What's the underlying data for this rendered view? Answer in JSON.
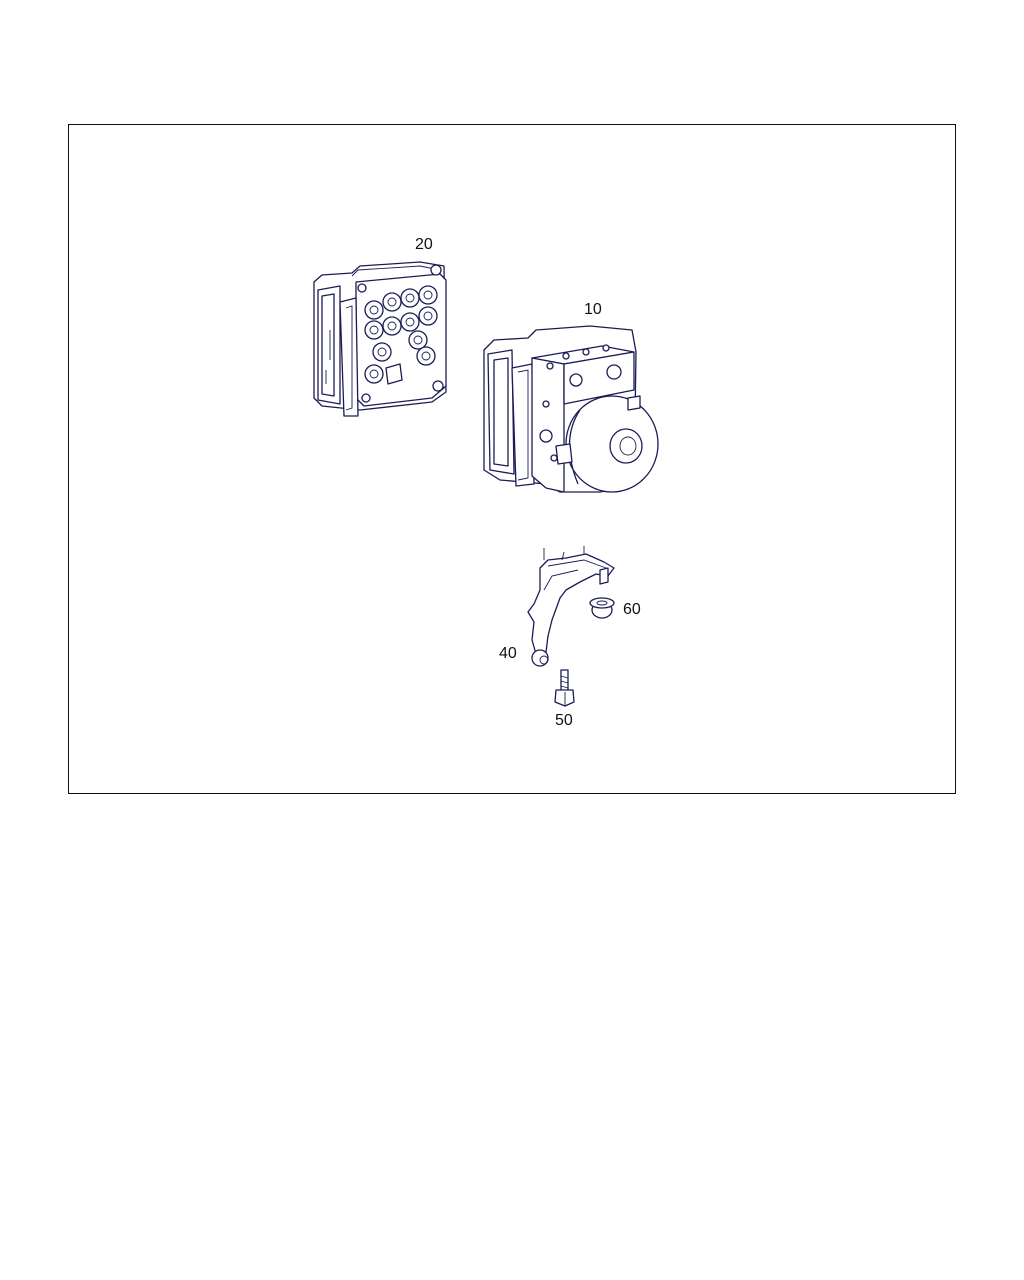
{
  "diagram": {
    "parts": [
      {
        "id": "part-20",
        "callout": "20",
        "icon": "hydraulic-unit-valve-block-icon"
      },
      {
        "id": "part-10",
        "callout": "10",
        "icon": "abs-hydraulic-unit-with-motor-icon"
      },
      {
        "id": "part-60",
        "callout": "60",
        "icon": "grommet-icon"
      },
      {
        "id": "part-40",
        "callout": "40",
        "icon": "mounting-bracket-icon"
      },
      {
        "id": "part-50",
        "callout": "50",
        "icon": "bolt-icon"
      }
    ],
    "line_color": "#1c1c55"
  }
}
